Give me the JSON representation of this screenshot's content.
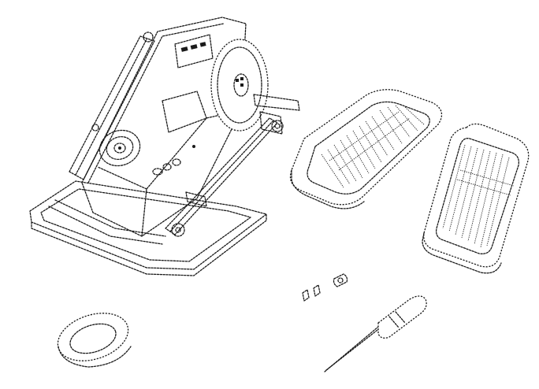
{
  "diagram": {
    "style": "dotted line-art exploded parts view",
    "stroke_color": "#1a1a1a",
    "background": "#ffffff",
    "parts": [
      {
        "id": "main-unit",
        "icon": "pedal-exerciser-body"
      },
      {
        "id": "left-pedal",
        "icon": "foot-pedal"
      },
      {
        "id": "right-pedal",
        "icon": "foot-pedal"
      },
      {
        "id": "screws",
        "icon": "screw-set"
      },
      {
        "id": "screwdriver",
        "icon": "screwdriver"
      },
      {
        "id": "ring-pad",
        "icon": "rubber-ring"
      }
    ]
  }
}
